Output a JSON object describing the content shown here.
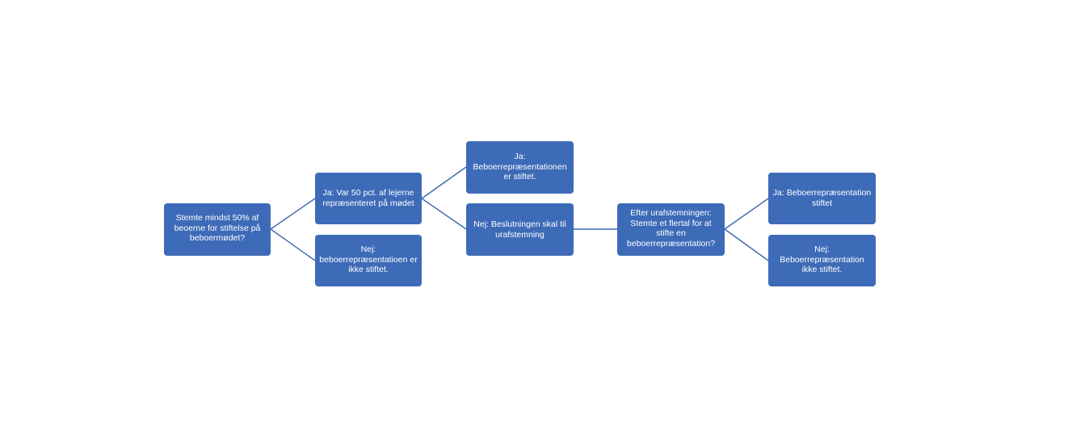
{
  "colors": {
    "node_fill": "#3d6bb8",
    "node_text": "#ffffff",
    "connector": "#3c68b0",
    "background": "#ffffff"
  },
  "nodes": {
    "root": "Stemte mindst 50% af\nbeoerne for stiftelse på\nbeboermødet?",
    "ja_50pct": "Ja: Var 50 pct. af lejerne\nrepræsenteret på mødet",
    "nej_not_founded": "Nej:\nbeboerrepræsentatioen er\nikke stiftet.",
    "ja_founded": "Ja:\nBeboerrepræsentationen\ner stiftet.",
    "nej_ballot": "Nej: Beslutningen skal til\nurafstemning",
    "after_ballot": "Efter urafstemningen:\nStemte et flertal for at\nstifte en\nbeboerrepræsentation?",
    "ja_final": "Ja: Beboerrepræsentation\nstiftet",
    "nej_final": "Nej:\nBeboerrepræsentation\nikke stiftet."
  }
}
